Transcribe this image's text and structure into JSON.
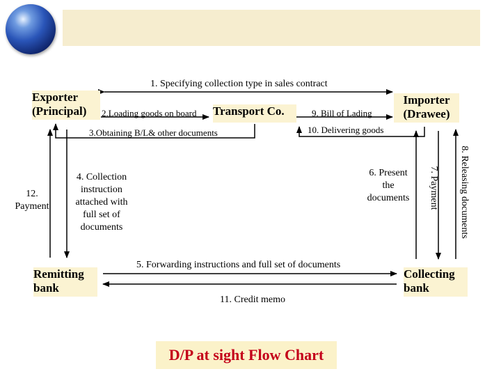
{
  "nodes": {
    "exporter": "Exporter\n(Principal)",
    "transport": "Transport Co.",
    "importer": "Importer\n(Drawee)",
    "remitting": "Remitting\nbank",
    "collecting": "Collecting\nbank"
  },
  "steps": {
    "s1": "1. Specifying collection type in sales contract",
    "s2": "2.Loading goods on board",
    "s3": "3.Obtaining B/L& other documents",
    "s4": "4. Collection\ninstruction\nattached with\nfull set of\ndocuments",
    "s5": "5. Forwarding instructions and full set of documents",
    "s6": "6. Present\nthe\ndocuments",
    "s7": "7. Payment",
    "s8": "8. Releasing documents",
    "s9": "9. Bill of Lading",
    "s10": "10. Delivering goods",
    "s11": "11. Credit memo",
    "s12": "12.\nPayment"
  },
  "title": "D/P at sight Flow Chart",
  "colors": {
    "title_text": "#c4001a",
    "box_fill": "#fbf3d2",
    "banner_fill": "#f6edcf"
  }
}
